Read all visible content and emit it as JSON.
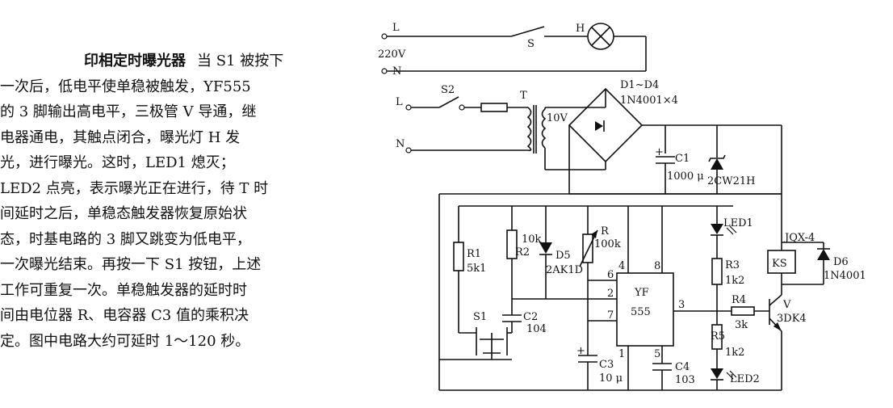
{
  "text": {
    "title": "印相定时曝光器",
    "lines": [
      "当 S1 被按下",
      "一次后，低电平使单稳被触发，YF555",
      "的 3 脚输出高电平，三极管 V 导通，继",
      "电器通电，其触点闭合，曝光灯 H 发",
      "光，进行曝光。这时，LED1 熄灭；",
      "LED2 点亮，表示曝光正在进行，待 T 时",
      "间延时之后，单稳态触发器恢复原始状",
      "态，时基电路的 3 脚又跳变为低电平，",
      "一次曝光结束。再按一下 S1 按钮，上述",
      "工作可重复一次。单稳触发器的延时时",
      "间由电位器 R、电容器 C3 值的乘积决",
      "定。图中电路大约可延时 1～120 秒。"
    ]
  },
  "circuit": {
    "mains_l": "L",
    "mains_v": "220V",
    "mains_n": "N",
    "switch_s": "S",
    "lamp_h": "H",
    "l2": "L",
    "n2": "N",
    "switch_s2": "S2",
    "transformer": "T",
    "sec_v": "10V",
    "bridge": "D1~D4",
    "bridge_type": "1N4001×4",
    "c1": "C1",
    "c1_val": "1000 μ",
    "zener": "2CW21H",
    "r1": "R1",
    "r1_val": "5k1",
    "r2_val": "10k",
    "r2": "R2",
    "d5": "D5",
    "d5_type": "2AK1D",
    "pot": "R",
    "pot_val": "100k",
    "s1": "S1",
    "c2": "C2",
    "c2_val": "104",
    "c3": "C3",
    "c3_val": "10 μ",
    "ic": "YF",
    "ic2": "555",
    "pin4": "4",
    "pin8": "8",
    "pin6": "6",
    "pin2": "2",
    "pin7": "7",
    "pin3": "3",
    "pin1": "1",
    "pin5": "5",
    "c4": "C4",
    "c4_val": "103",
    "led1": "LED1",
    "r3": "R3",
    "r3_val": "1k2",
    "r4": "R4",
    "r4_val": "3k",
    "r5": "R5",
    "r5_val": "1k2",
    "led2": "LED2",
    "relay": "JQX-4",
    "ks": "KS",
    "d6": "D6",
    "d6_type": "1N4001",
    "transistor": "V",
    "transistor_type": "3DK4"
  }
}
